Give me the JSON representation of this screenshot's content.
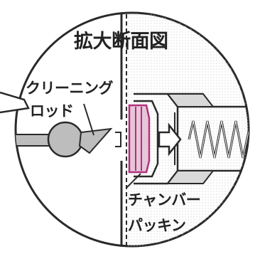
{
  "diagram": {
    "title": "拡大断面図",
    "rod_label_line1": "クリーニング",
    "rod_label_line2": "ロッド",
    "packing_label_line1": "チャンバー",
    "packing_label_line2": "パッキン"
  },
  "colors": {
    "line": "#2a2a2a",
    "gray_fill": "#bdbdbd",
    "shade_fill": "#d9d9d9",
    "packing_fill": "#e6c7d8",
    "packing_stroke": "#b1307d",
    "background": "#ffffff"
  }
}
